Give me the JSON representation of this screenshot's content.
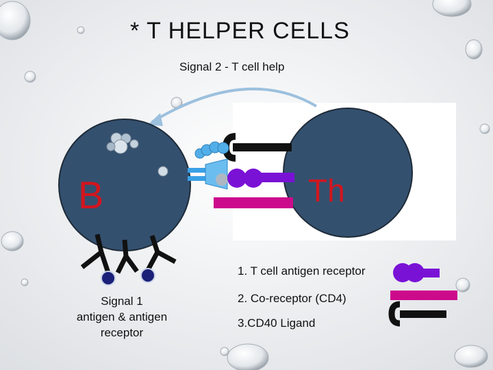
{
  "slide": {
    "title": "* T HELPER CELLS",
    "signal2": "Signal 2 - T cell help",
    "signal1_lines": [
      "Signal 1",
      "antigen & antigen",
      "receptor"
    ],
    "b_cell_label": "B",
    "t_cell_label": "Th"
  },
  "legend": {
    "item1": "1. T cell antigen receptor",
    "item2": "2. Co-receptor (CD4)",
    "item3": "3.CD40 Ligand"
  },
  "colors": {
    "cell_fill": "#34506f",
    "label_red": "#d3151e",
    "receptor_purple": "#7a12d6",
    "cd4_magenta": "#cc0a8c",
    "bcr_lightblue": "#52aee8",
    "arrow_blue": "#9cc0de"
  }
}
